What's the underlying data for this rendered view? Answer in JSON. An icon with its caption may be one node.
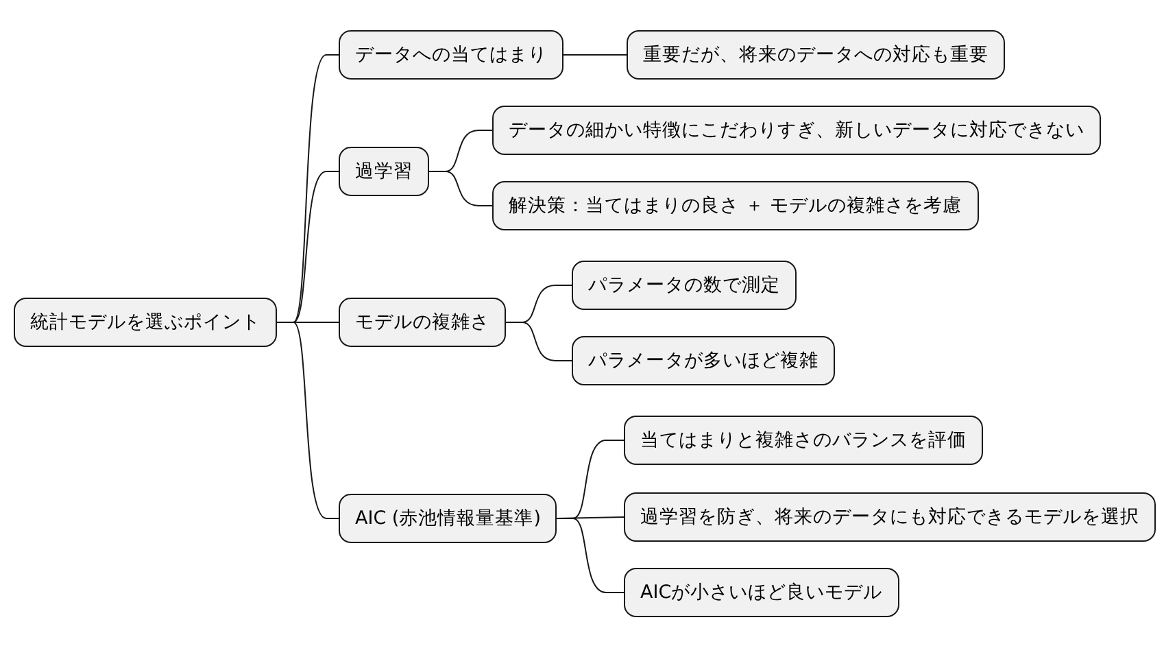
{
  "diagram": {
    "nodes": [
      {
        "text": [
          "統計モデルを選ぶポイント"
        ]
      },
      {
        "text": [
          "データへの当てはまり"
        ]
      },
      {
        "text": [
          "重要だが、将来のデータへの対応も重要"
        ]
      },
      {
        "text": [
          "過学習"
        ]
      },
      {
        "text": [
          "データの細かい特徴にこだわりすぎ、新しいデータに対応できない"
        ]
      },
      {
        "text": [
          "解決策：当てはまりの良さ ＋ モデルの複雑さを考慮"
        ]
      },
      {
        "text": [
          "モデルの複雑さ"
        ]
      },
      {
        "text": [
          "パラメータの数で測定"
        ]
      },
      {
        "text": [
          "パラメータが多いほど複雑"
        ]
      },
      {
        "text": [
          "AIC (赤池情報量基準)"
        ]
      },
      {
        "text": [
          "当てはまりと複雑さのバランスを評価"
        ]
      },
      {
        "text": [
          "過学習を防ぎ、将来のデータにも対応できるモデルを選択"
        ]
      },
      {
        "text": [
          "AICが小さいほど良いモデル"
        ]
      }
    ],
    "edges": [
      {
        "from": 0,
        "to": 1,
        "arrow": "none"
      },
      {
        "from": 1,
        "to": 2,
        "arrow": "none"
      },
      {
        "from": 0,
        "to": 3,
        "arrow": "none"
      },
      {
        "from": 3,
        "to": 4,
        "arrow": "none"
      },
      {
        "from": 3,
        "to": 5,
        "arrow": "none"
      },
      {
        "from": 0,
        "to": 6,
        "arrow": "none"
      },
      {
        "from": 6,
        "to": 7,
        "arrow": "none"
      },
      {
        "from": 6,
        "to": 8,
        "arrow": "none"
      },
      {
        "from": 0,
        "to": 9,
        "arrow": "none"
      },
      {
        "from": 9,
        "to": 10,
        "arrow": "none"
      },
      {
        "from": 9,
        "to": 11,
        "arrow": "none"
      },
      {
        "from": 9,
        "to": 12,
        "arrow": "none"
      }
    ]
  }
}
